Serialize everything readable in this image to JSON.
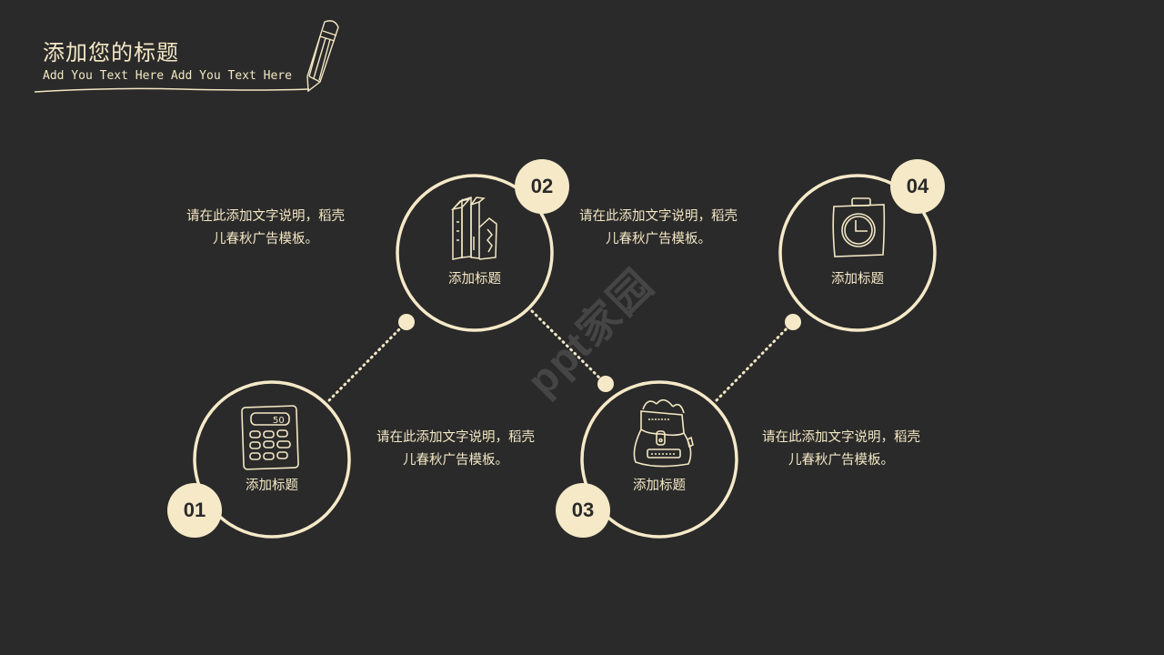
{
  "header": {
    "title": "添加您的标题",
    "subtitle": "Add You Text Here Add You Text Here",
    "icon": "pencil-icon"
  },
  "colors": {
    "background": "#2a2a2a",
    "accent": "#f5e9c8",
    "text": "#f3e7c4"
  },
  "steps": [
    {
      "number": "01",
      "label": "添加标题",
      "icon": "calculator-icon",
      "description": "请在此添加文字说明，稻壳儿春秋广告模板。",
      "desc_line1": "请在此添加文字说明，稻壳",
      "desc_line2": "儿春秋广告模板。"
    },
    {
      "number": "02",
      "label": "添加标题",
      "icon": "books-icon",
      "description": "请在此添加文字说明，稻壳儿春秋广告模板。",
      "desc_line1": "请在此添加文字说明，稻壳",
      "desc_line2": "儿春秋广告模板。"
    },
    {
      "number": "03",
      "label": "添加标题",
      "icon": "backpack-icon",
      "description": "请在此添加文字说明，稻壳儿春秋广告模板。",
      "desc_line1": "请在此添加文字说明，稻壳",
      "desc_line2": "儿春秋广告模板。"
    },
    {
      "number": "04",
      "label": "添加标题",
      "icon": "clock-icon",
      "description": "请在此添加文字说明，稻壳儿春秋广告模板。",
      "desc_line1": "请在此添加文字说明，稻壳",
      "desc_line2": "儿春秋广告模板。"
    }
  ],
  "watermark": "ppt家园"
}
